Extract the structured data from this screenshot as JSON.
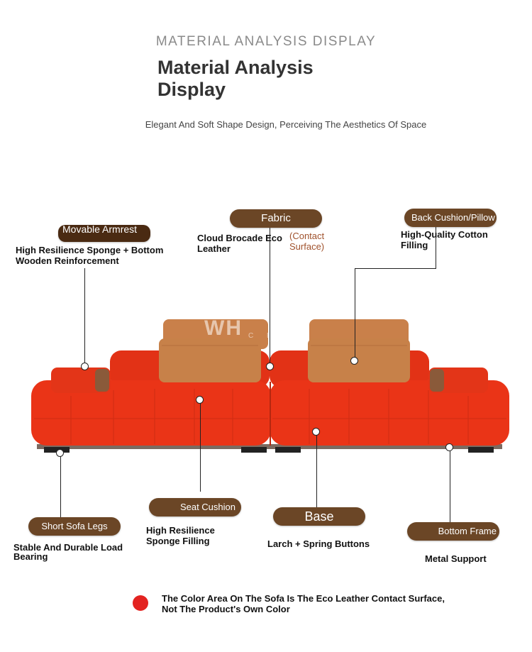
{
  "header": {
    "eyebrow": "MATERIAL ANALYSIS DISPLAY",
    "title": "Material Analysis Display",
    "subtitle": "Elegant And Soft Shape Design, Perceiving The Aesthetics Of Space"
  },
  "callouts": {
    "armrest": {
      "label": "Movable Armrest",
      "desc": "High Resilience Sponge + Bottom Wooden Reinforcement"
    },
    "fabric": {
      "label": "Fabric",
      "desc": "Cloud Brocade Eco Leather",
      "note": "(Contact Surface)"
    },
    "back_cushion": {
      "label": "Back Cushion/Pillow",
      "desc": "High-Quality Cotton Filling"
    },
    "legs": {
      "label": "Short Sofa Legs",
      "desc": "Stable And Durable Load Bearing"
    },
    "seat": {
      "label": "Seat Cushion",
      "desc": "High Resilience Sponge Filling"
    },
    "base": {
      "label": "Base",
      "desc": "Larch + Spring Buttons"
    },
    "frame": {
      "label": "Bottom Frame",
      "desc": "Metal Support"
    }
  },
  "watermark": {
    "mark": "WH",
    "sub": "C E"
  },
  "footnote": {
    "text": "The Color Area On The Sofa Is The Eco Leather Contact Surface, Not The Product's Own Color",
    "color": "#e32320"
  },
  "colors": {
    "pill": "#6b4626",
    "sofa": "#ea3417",
    "pillow": "#c9804a"
  }
}
